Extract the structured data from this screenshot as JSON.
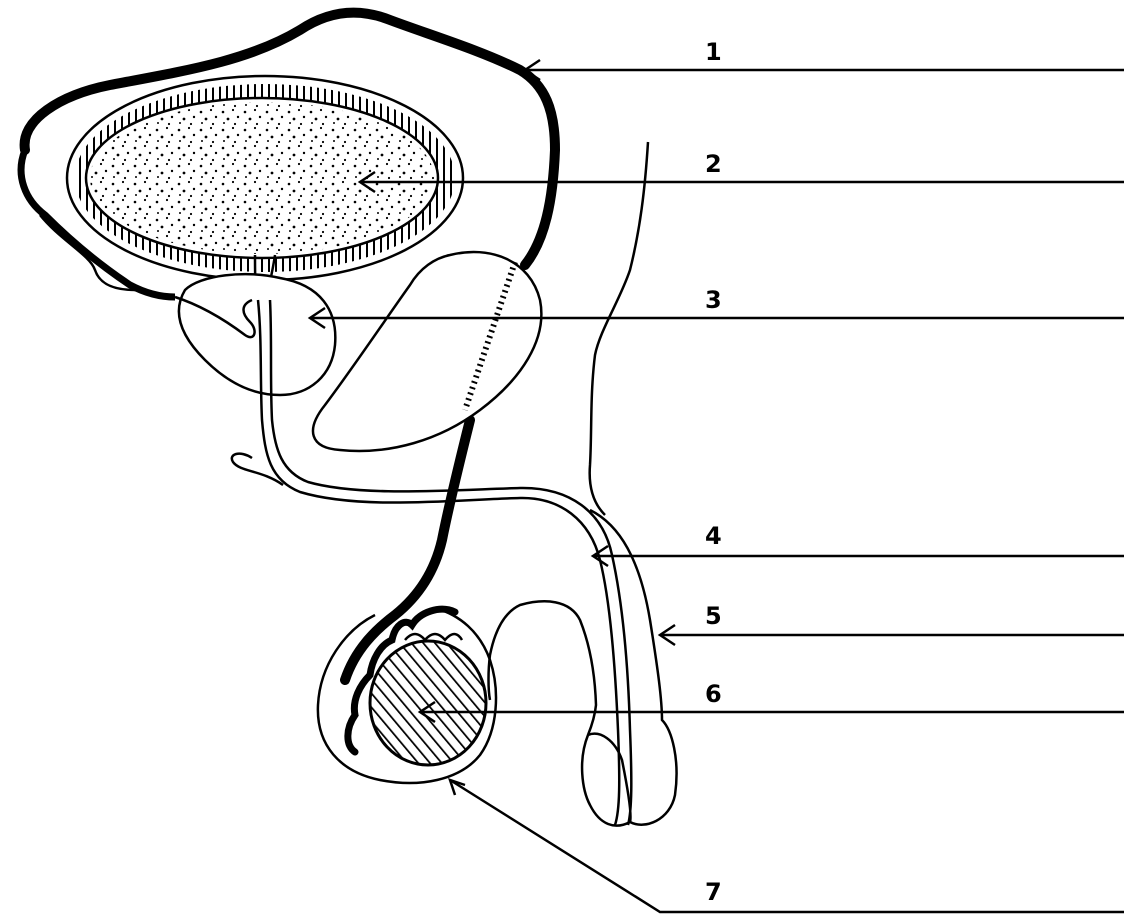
{
  "labels": {
    "l1": "1",
    "l2": "2",
    "l3": "3",
    "l4": "4",
    "l5": "5",
    "l6": "6",
    "l7": "7"
  },
  "colors": {
    "ink": "#000000",
    "paper": "#ffffff"
  }
}
